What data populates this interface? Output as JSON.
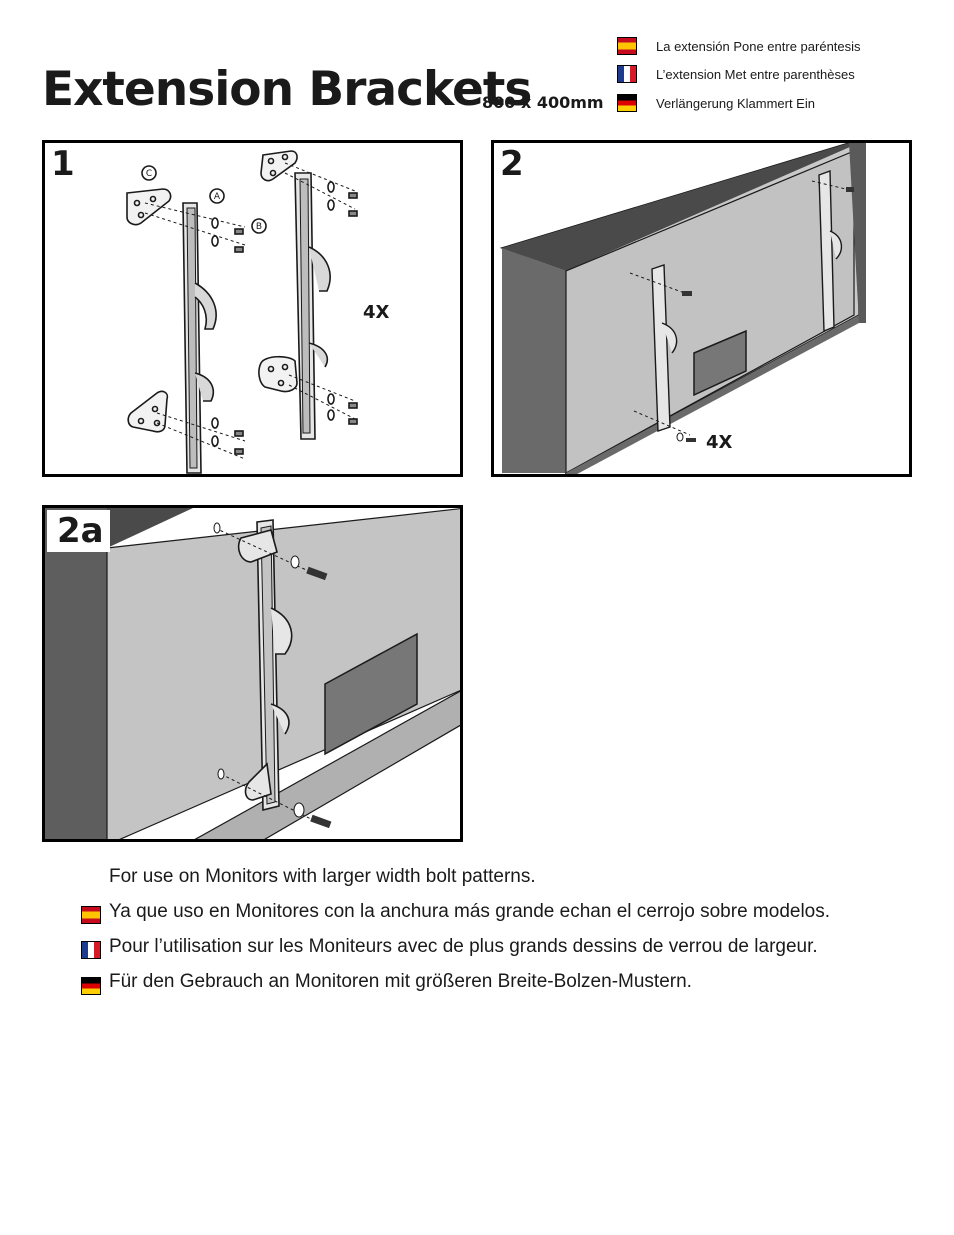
{
  "header": {
    "title": "Extension Brackets",
    "subtitle": "800 x 400mm",
    "languages": [
      {
        "flag": "spain-flag-icon",
        "label": "La extensión Pone entre paréntesis"
      },
      {
        "flag": "france-flag-icon",
        "label": "L’extension Met entre parenthèses"
      },
      {
        "flag": "germany-flag-icon",
        "label": "Verlängerung Klammert Ein"
      }
    ]
  },
  "panels": {
    "p1": {
      "number": "1",
      "callouts": {
        "a": "A",
        "b": "B",
        "c": "C"
      },
      "quantity": "4X"
    },
    "p2": {
      "number": "2",
      "quantity": "4X"
    },
    "p2a": {
      "number": "2a"
    }
  },
  "notes": {
    "english": "For use on Monitors with larger width bolt patterns.",
    "spanish": "Ya que uso en Monitores con la anchura más grande echan el cerrojo sobre modelos.",
    "french": "Pour l’utilisation sur les Moniteurs avec de plus grands dessins de verrou de largeur.",
    "german": "Für den Gebrauch an Monitoren mit größeren Breite-Bolzen-Mustern."
  },
  "colors": {
    "flag_spain": [
      "#c60b1e",
      "#ffc400"
    ],
    "flag_france": [
      "#1f3b8f",
      "#ffffff",
      "#d71a28"
    ],
    "flag_germany": [
      "#000000",
      "#dd0000",
      "#ffce00"
    ],
    "monitor_back": "#c8c8c8",
    "monitor_frame": "#5a5a5a"
  }
}
